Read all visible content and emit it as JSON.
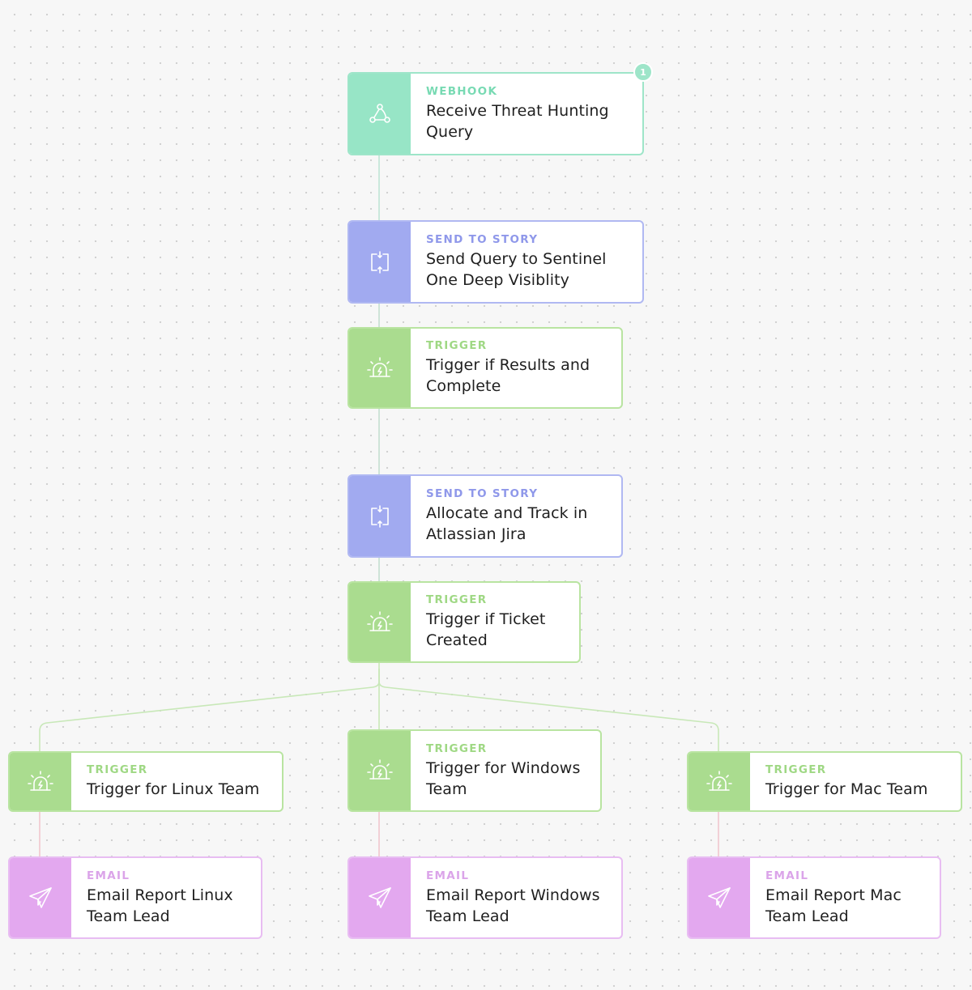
{
  "nodes": {
    "webhook": {
      "type": "WEBHOOK",
      "title": "Receive Threat Hunting Query",
      "badge": "1"
    },
    "send_sentinel": {
      "type": "SEND TO STORY",
      "title": "Send Query to Sentinel One Deep Visiblity"
    },
    "trigger_results": {
      "type": "TRIGGER",
      "title": "Trigger if Results and Complete"
    },
    "send_jira": {
      "type": "SEND TO STORY",
      "title": "Allocate and Track in Atlassian Jira"
    },
    "trigger_ticket": {
      "type": "TRIGGER",
      "title": "Trigger if Ticket Created"
    },
    "trigger_linux": {
      "type": "TRIGGER",
      "title": "Trigger for Linux Team"
    },
    "trigger_windows": {
      "type": "TRIGGER",
      "title": "Trigger for Windows Team"
    },
    "trigger_mac": {
      "type": "TRIGGER",
      "title": "Trigger for Mac Team"
    },
    "email_linux": {
      "type": "EMAIL",
      "title": "Email Report Linux Team Lead"
    },
    "email_windows": {
      "type": "EMAIL",
      "title": "Email Report Windows Team Lead"
    },
    "email_mac": {
      "type": "EMAIL",
      "title": "Email Report Mac Team Lead"
    }
  },
  "icons": {
    "webhook": "webhook-icon",
    "send_to_story": "send-to-story-icon",
    "trigger": "trigger-alarm-icon",
    "email": "send-paper-plane-icon"
  },
  "colors": {
    "webhook": "#97e5c6",
    "send_to_story": "#a1aaf0",
    "trigger": "#aadc8f",
    "email": "#e3a8ef",
    "edge": "#bfe6cf",
    "edge_email": "#f0c4cc"
  }
}
